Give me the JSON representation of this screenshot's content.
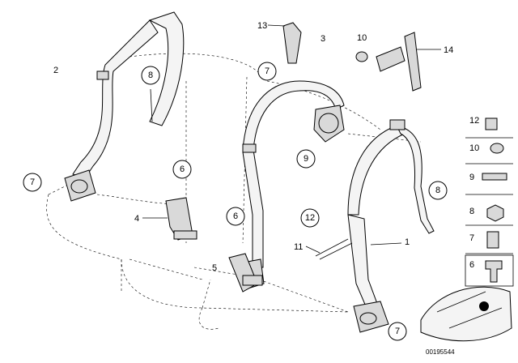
{
  "diagram": {
    "labels": {
      "l1": "1",
      "l2": "2",
      "l3": "3",
      "l4": "4",
      "l5": "5",
      "l10": "10",
      "l11": "11",
      "l13": "13",
      "l14": "14"
    },
    "callouts": {
      "c7a": "7",
      "c7b": "7",
      "c7c": "7",
      "c8a": "8",
      "c8b": "8",
      "c6a": "6",
      "c6b": "6",
      "c9": "9",
      "c12": "12"
    },
    "sidebar": {
      "items": [
        {
          "label": "12"
        },
        {
          "label": "10"
        },
        {
          "label": "9"
        },
        {
          "label": "8"
        },
        {
          "label": "7"
        },
        {
          "label": "6"
        }
      ]
    },
    "doc_id": "00195544"
  }
}
